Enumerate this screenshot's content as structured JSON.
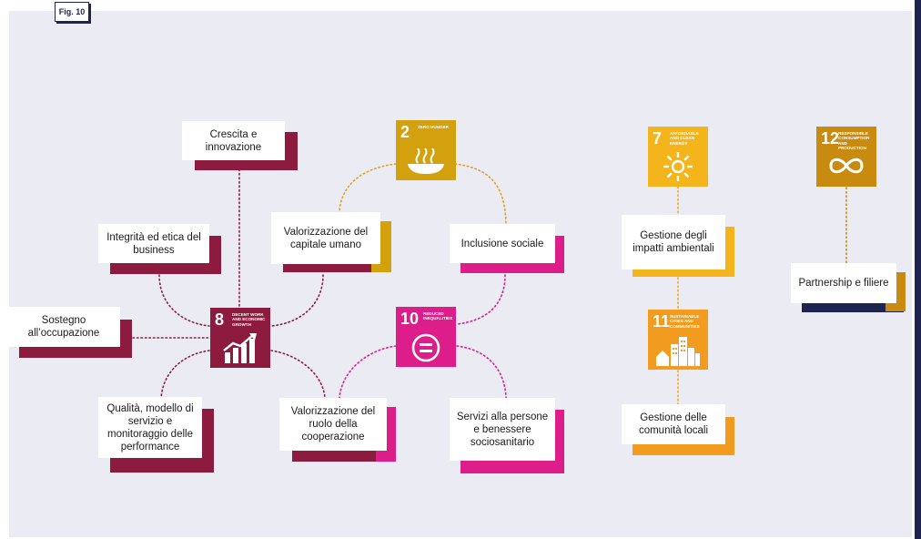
{
  "figure_label": "Fig. 10",
  "colors": {
    "background": "#ebebf4",
    "crimson": "#8c1b3f",
    "gold": "#d4a10e",
    "magenta": "#dd1d89",
    "orange": "#f4a71d",
    "amber": "#c88a0f",
    "navy": "#1f2350"
  },
  "goals": [
    {
      "id": "sdg8",
      "number": "8",
      "title": "Decent work and economic growth",
      "icon": "growth-chart-icon",
      "color": "#8c1b3f"
    },
    {
      "id": "sdg2",
      "number": "2",
      "title": "Zero hunger",
      "icon": "bowl-icon",
      "color": "#d4a10e"
    },
    {
      "id": "sdg10",
      "number": "10",
      "title": "Reduced inequalities",
      "icon": "equality-icon",
      "color": "#dd1d89"
    },
    {
      "id": "sdg7",
      "number": "7",
      "title": "Affordable and clean energy",
      "icon": "sun-icon",
      "color": "#f4b51c"
    },
    {
      "id": "sdg11",
      "number": "11",
      "title": "Sustainable cities and communities",
      "icon": "city-icon",
      "color": "#f29c1f"
    },
    {
      "id": "sdg12",
      "number": "12",
      "title": "Responsible consumption and production",
      "icon": "infinity-icon",
      "color": "#c88a0f"
    }
  ],
  "topics": {
    "crescita": "Crescita e innovazione",
    "integrita": "Integrità ed etica del business",
    "sostegno": "Sostegno all’occupazione",
    "qualita": "Qualità, modello di servizio e monitoraggio delle performance",
    "valorizzazione_capitale": "Valorizzazione del capitale umano",
    "valorizzazione_cooperazione": "Valorizzazione del ruolo della cooperazione",
    "inclusione": "Inclusione sociale",
    "servizi": "Servizi alla persone e benessere sociosanitario",
    "impatti": "Gestione degli impatti ambientali",
    "comunita": "Gestione delle comunità locali",
    "partnership": "Partnership e filiere"
  }
}
